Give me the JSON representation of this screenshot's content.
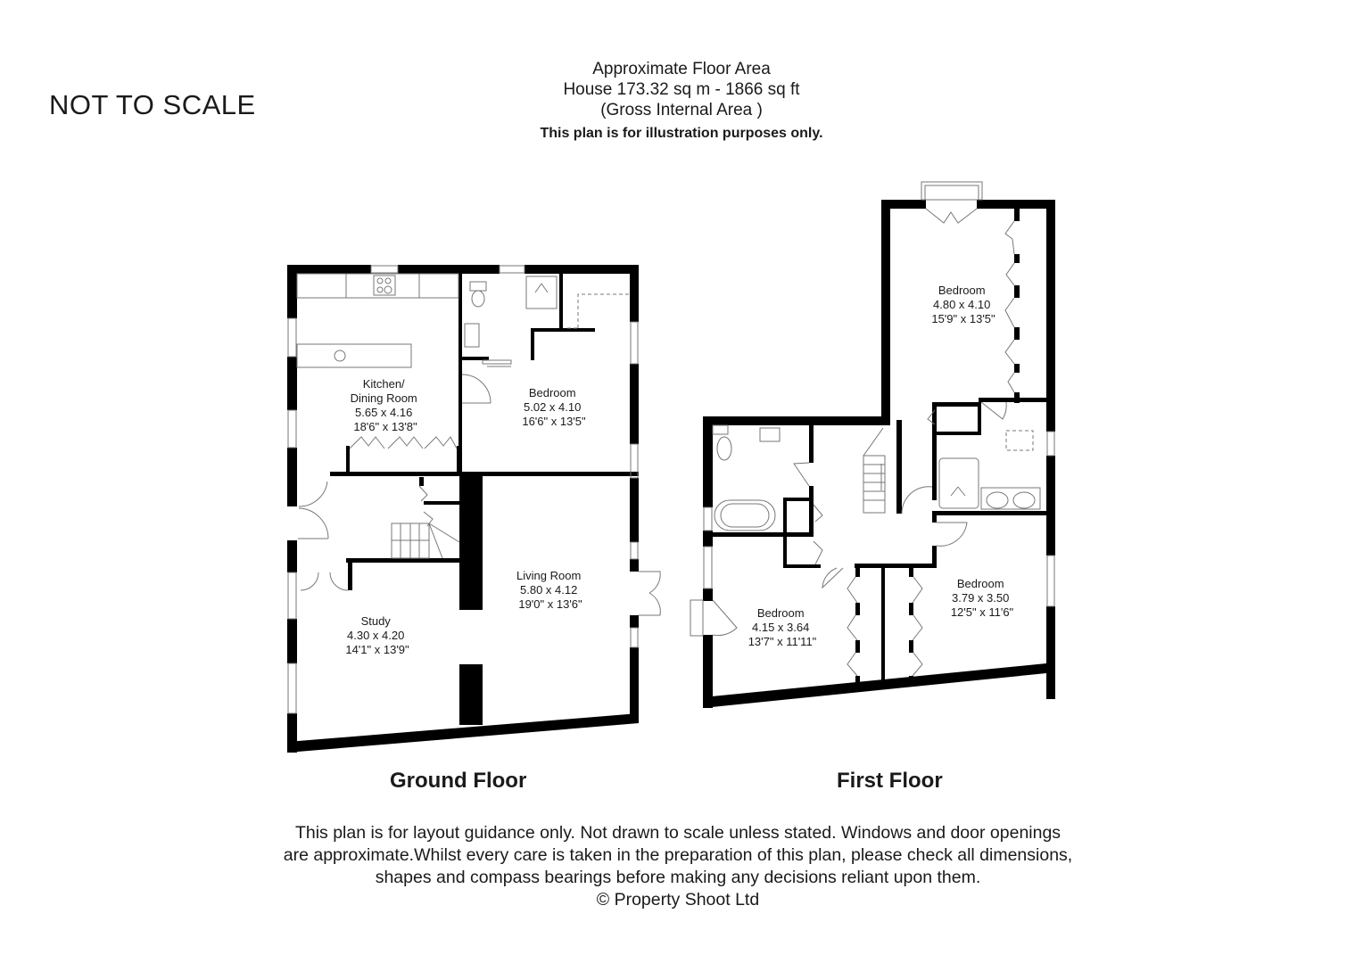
{
  "header": {
    "not_to_scale": "NOT TO SCALE",
    "title": "Approximate Floor Area",
    "area": "House 173.32 sq m - 1866 sq ft",
    "area_type": "(Gross Internal Area )",
    "illustration_note": "This plan is for illustration purposes only."
  },
  "floors": {
    "ground": {
      "label": "Ground Floor",
      "rooms": [
        {
          "name": "Kitchen/",
          "name2": "Dining Room",
          "metric": "5.65 x 4.16",
          "imperial": "18'6\" x 13'8\""
        },
        {
          "name": "Bedroom",
          "metric": "5.02 x 4.10",
          "imperial": "16'6\" x 13'5\""
        },
        {
          "name": "Living Room",
          "metric": "5.80 x 4.12",
          "imperial": "19'0\" x 13'6\""
        },
        {
          "name": "Study",
          "metric": "4.30 x 4.20",
          "imperial": "14'1\" x 13'9\""
        }
      ]
    },
    "first": {
      "label": "First Floor",
      "rooms": [
        {
          "name": "Bedroom",
          "metric": "4.80 x 4.10",
          "imperial": "15'9\" x 13'5\""
        },
        {
          "name": "Bedroom",
          "metric": "4.15 x 3.64",
          "imperial": "13'7\" x 11'11\""
        },
        {
          "name": "Bedroom",
          "metric": "3.79 x 3.50",
          "imperial": "12'5\" x 11'6\""
        }
      ]
    }
  },
  "footer": {
    "line1": "This plan is for layout guidance only. Not drawn to scale unless stated. Windows and door openings",
    "line2": "are approximate.Whilst every care is taken in the preparation of this plan, please check all dimensions,",
    "line3": "shapes and compass bearings before making any decisions reliant upon them.",
    "copyright": "© Property Shoot Ltd"
  },
  "colors": {
    "wall": "#000000",
    "fixture": "#777777",
    "background": "#ffffff"
  }
}
